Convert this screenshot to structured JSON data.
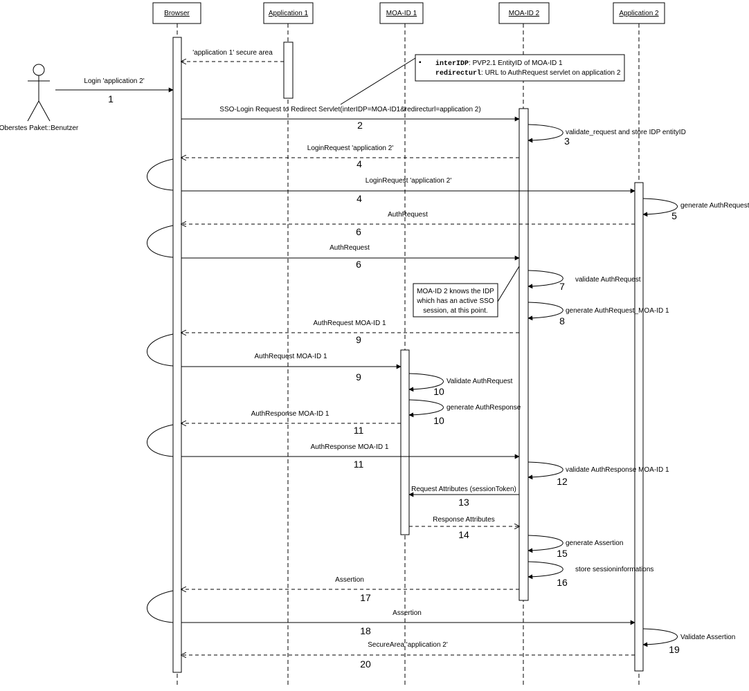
{
  "colors": {
    "line": "#000000",
    "background": "#ffffff"
  },
  "actor": {
    "name": "Oberstes Paket::Benutzer",
    "icon": "stick-figure-icon"
  },
  "lifelines": [
    "Browser",
    "Application 1",
    "MOA-ID 1",
    "MOA-ID 2",
    "Application 2"
  ],
  "messages": [
    {
      "label": "'application 1' secure area",
      "num": ""
    },
    {
      "label": "Login 'application 2'",
      "num": "1"
    },
    {
      "label": "SSO-Login Request to Redirect Servlet(interIDP=MOA-ID1&redirecturl=application 2)",
      "num": "2"
    },
    {
      "label": "validate_request and store IDP entityID",
      "num": "3"
    },
    {
      "label": "LoginRequest 'application 2'",
      "num": "4"
    },
    {
      "label": "LoginRequest 'application 2'",
      "num": "4"
    },
    {
      "label": "generate AuthRequest",
      "num": "5"
    },
    {
      "label": "AuthRequest",
      "num": "6"
    },
    {
      "label": "AuthRequest",
      "num": "6"
    },
    {
      "label": "validate AuthRequest",
      "num": "7"
    },
    {
      "label": "generate AuthRequest_MOA-ID 1",
      "num": "8"
    },
    {
      "label": "AuthRequest MOA-ID 1",
      "num": "9"
    },
    {
      "label": "AuthRequest MOA-ID 1",
      "num": "9"
    },
    {
      "label": "Validate AuthRequest",
      "num": "10"
    },
    {
      "label": "generate AuthResponse",
      "num": "10"
    },
    {
      "label": "AuthResponse MOA-ID 1",
      "num": "11"
    },
    {
      "label": "AuthResponse MOA-ID 1",
      "num": "11"
    },
    {
      "label": "validate AuthResponse MOA-ID 1",
      "num": "12"
    },
    {
      "label": "Request Attributes (sessionToken)",
      "num": "13"
    },
    {
      "label": "Response Attributes",
      "num": "14"
    },
    {
      "label": "generate Assertion",
      "num": "15"
    },
    {
      "label": "store sessioninformations",
      "num": "16"
    },
    {
      "label": "Assertion",
      "num": "17"
    },
    {
      "label": "Assertion",
      "num": "18"
    },
    {
      "label": "Validate Assertion",
      "num": "19"
    },
    {
      "label": "SecureArea 'application 2'",
      "num": "20"
    }
  ],
  "notes": {
    "parameters": {
      "bullet": "▪",
      "interidp_key": "interIDP",
      "interidp_text": ": PVP2.1 EntityID of MOA-ID 1",
      "redirect_key": "redirecturl",
      "redirect_text": ": URL to AuthRequest servlet on application 2"
    },
    "sso": {
      "line1": "MOA-ID 2 knows the IDP",
      "line2": "which has an active SSO",
      "line3": "session, at this point."
    }
  }
}
